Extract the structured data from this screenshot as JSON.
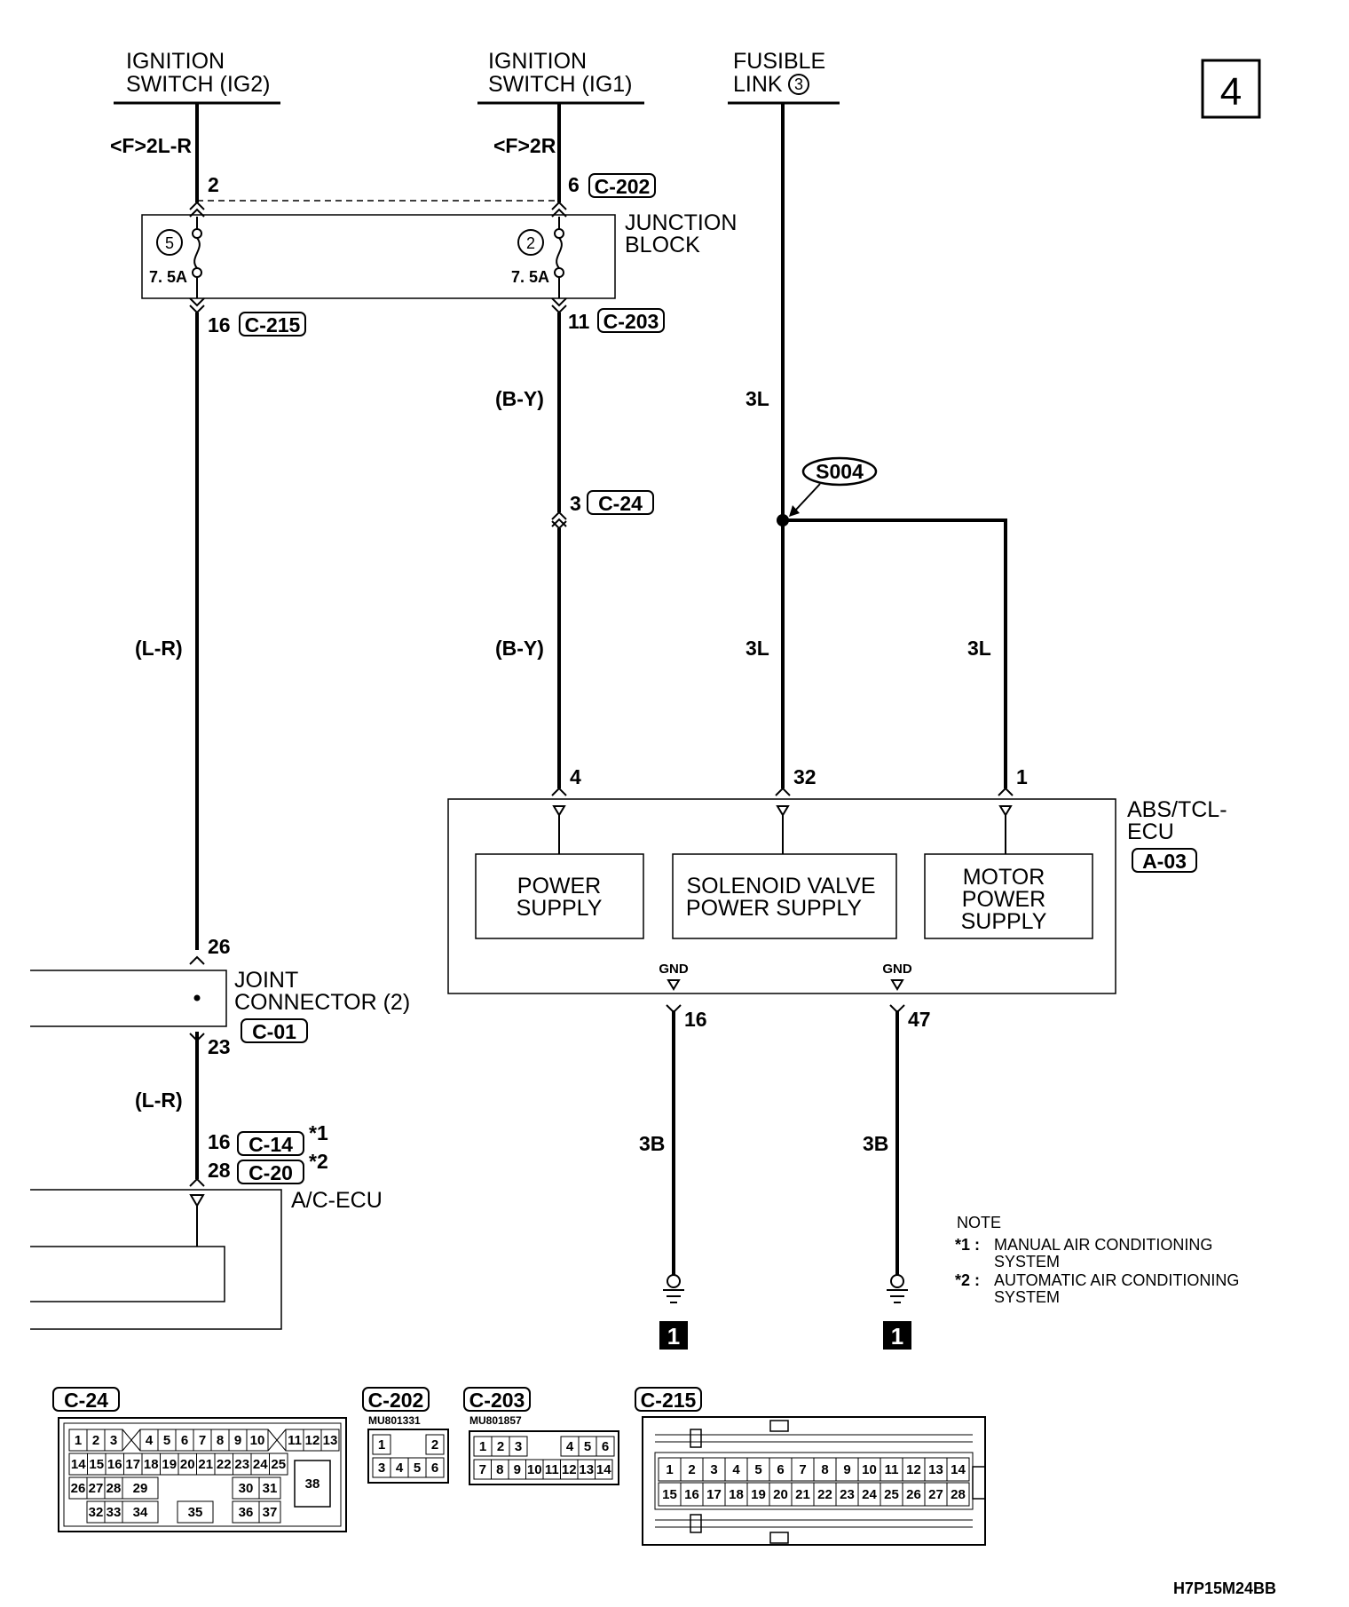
{
  "page_number": "4",
  "doc_code": "H7P15M24BB",
  "sources": [
    {
      "line1": "IGNITION",
      "line2": "SWITCH (IG2)"
    },
    {
      "line1": "IGNITION",
      "line2": "SWITCH (IG1)"
    },
    {
      "line1": "FUSIBLE",
      "line2": "LINK",
      "num": "3"
    }
  ],
  "wires": {
    "ig2_code": "<F>2L-R",
    "ig1_code": "<F>2R",
    "lr": "(L-R)",
    "by": "(B-Y)",
    "l3": "3L",
    "b3": "3B"
  },
  "pins": {
    "jb_in_left": "2",
    "jb_in_right": "6",
    "jb_out_left": "16",
    "jb_out_right": "11",
    "c24_pin": "3",
    "ecu_4": "4",
    "ecu_32": "32",
    "ecu_1": "1",
    "jc_in": "26",
    "jc_out": "23",
    "ac_c14": "16",
    "ac_c20": "28",
    "gnd_16": "16",
    "gnd_47": "47"
  },
  "connectors": {
    "c202": "C-202",
    "c203": "C-203",
    "c215": "C-215",
    "c24": "C-24",
    "c01": "C-01",
    "c14": "C-14",
    "c20": "C-20",
    "a03": "A-03"
  },
  "junction_block": {
    "line1": "JUNCTION",
    "line2": "BLOCK",
    "fuse_left_num": "5",
    "fuse_right_num": "2",
    "fuse_left_rating": "7. 5A",
    "fuse_right_rating": "7. 5A"
  },
  "splice": "S004",
  "ecu": {
    "line1": "ABS/TCL-",
    "line2": "ECU",
    "power_supply": [
      "POWER",
      "SUPPLY"
    ],
    "solenoid": [
      "SOLENOID VALVE",
      "POWER SUPPLY"
    ],
    "motor": [
      "MOTOR",
      "POWER",
      "SUPPLY"
    ],
    "gnd": "GND"
  },
  "joint_connector": {
    "line1": "JOINT",
    "line2": "CONNECTOR (2)"
  },
  "ac_ecu": "A/C-ECU",
  "markers": {
    "star1": "*1",
    "star2": "*2"
  },
  "ground_marker": "1",
  "note": {
    "title": "NOTE",
    "star1": "*1 :",
    "star2": "*2 :",
    "item1": [
      "MANUAL AIR CONDITIONING",
      "SYSTEM"
    ],
    "item2": [
      "AUTOMATIC AIR CONDITIONING",
      "SYSTEM"
    ]
  },
  "connector_parts": {
    "c202_part": "MU801331",
    "c203_part": "MU801857"
  },
  "connector_views": {
    "c24": {
      "row1": [
        "1",
        "2",
        "3",
        "4",
        "5",
        "6",
        "7",
        "8",
        "9",
        "10",
        "11",
        "12",
        "13"
      ],
      "row2": [
        "14",
        "15",
        "16",
        "17",
        "18",
        "19",
        "20",
        "21",
        "22",
        "23",
        "24",
        "25"
      ],
      "row3": [
        "26",
        "27",
        "28",
        "29",
        "30",
        "31"
      ],
      "row4": [
        "32",
        "33",
        "34",
        "35",
        "36",
        "37"
      ],
      "big": "38"
    },
    "c202": {
      "top": [
        "1",
        "2"
      ],
      "bottom": [
        "3",
        "4",
        "5",
        "6"
      ]
    },
    "c203": {
      "top": [
        "1",
        "2",
        "3",
        "4",
        "5",
        "6"
      ],
      "bottom": [
        "7",
        "8",
        "9",
        "10",
        "11",
        "12",
        "13",
        "14"
      ]
    },
    "c215": {
      "top": [
        "1",
        "2",
        "3",
        "4",
        "5",
        "6",
        "7",
        "8",
        "9",
        "10",
        "11",
        "12",
        "13",
        "14"
      ],
      "bottom": [
        "15",
        "16",
        "17",
        "18",
        "19",
        "20",
        "21",
        "22",
        "23",
        "24",
        "25",
        "26",
        "27",
        "28"
      ]
    }
  }
}
